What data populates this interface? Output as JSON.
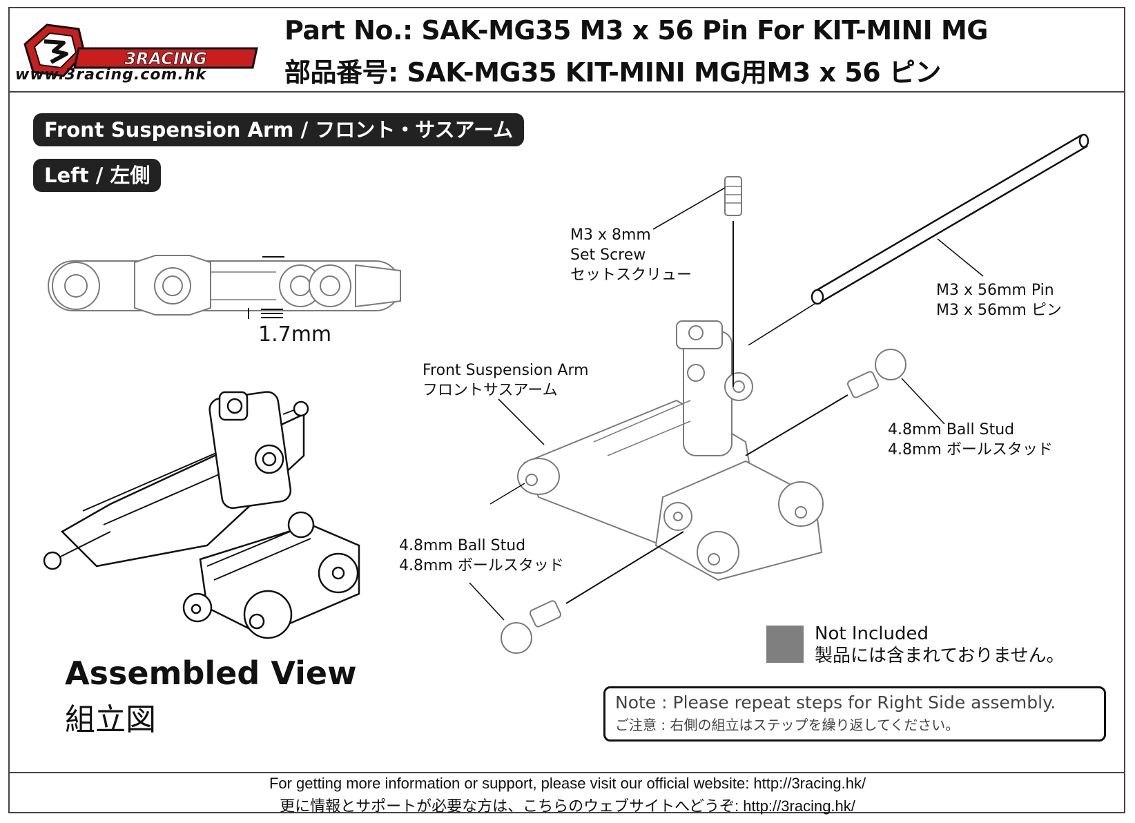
{
  "header": {
    "logo_text": "3RACING",
    "logo_url": "www.3racing.com.hk",
    "title_en": "Part No.: SAK-MG35  M3 x 56 Pin For KIT-MINI MG",
    "title_jp": "部品番号: SAK-MG35  KIT-MINI MG用M3 x 56 ピン"
  },
  "section": {
    "heading": "Front Suspension Arm / フロント・サスアーム",
    "side": "Left / 左側"
  },
  "measurement": "1.7mm",
  "assembled": {
    "title_en": "Assembled View",
    "title_jp": "組立図"
  },
  "parts": {
    "set_screw": [
      "M3 x 8mm",
      "Set Screw",
      "セットスクリュー"
    ],
    "pin": [
      "M3 x 56mm Pin",
      "M3 x 56mm ピン"
    ],
    "arm": [
      "Front Suspension Arm",
      "フロントサスアーム"
    ],
    "ball_stud_right": [
      "4.8mm Ball Stud",
      "4.8mm ボールスタッド"
    ],
    "ball_stud_left": [
      "4.8mm Ball Stud",
      "4.8mm ボールスタッド"
    ]
  },
  "legend": {
    "label_en": "Not Included",
    "label_jp": "製品には含まれておりません。",
    "color": "#7f7f7f"
  },
  "note": {
    "en": "Note : Please repeat steps for Right Side assembly.",
    "jp": "ご注意 : 右側の組立はステップを繰り返してください。"
  },
  "footer": {
    "en": "For getting more information or support, please visit our official website: http://3racing.hk/",
    "jp": "更に情報とサポートが必要な方は、こちらのウェブサイトへどうぞ: http://3racing.hk/"
  }
}
